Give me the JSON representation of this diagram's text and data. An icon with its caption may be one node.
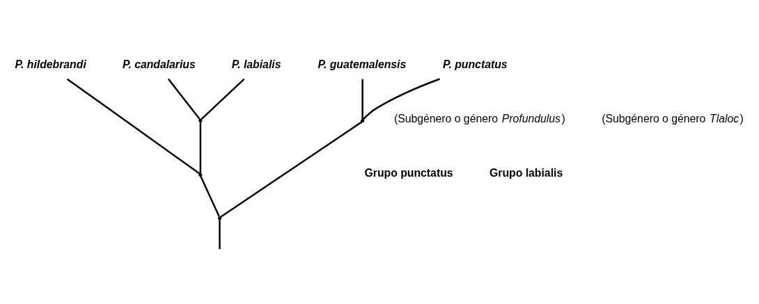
{
  "diagram": {
    "nodes": [
      {
        "text": [
          "P. guatemalensis"
        ]
      },
      {
        "text": [
          "P. punctatus"
        ]
      },
      {
        "text": [
          "P. candalarius"
        ]
      },
      {
        "text": [
          "P. labialis"
        ]
      },
      {
        "text": [
          "P. hildebrandi"
        ]
      },
      {
        "text": [],
        "shape": "point"
      },
      {
        "text": [],
        "shape": "point"
      },
      {
        "text": [],
        "shape": "point"
      },
      {
        "text": [],
        "shape": "point"
      }
    ],
    "edges": [
      {
        "from": 8,
        "to": 7,
        "arrow": "none"
      },
      {
        "from": 8,
        "to": 6,
        "arrow": "none"
      },
      {
        "from": 7,
        "to": 0,
        "arrow": "none"
      },
      {
        "from": 7,
        "to": 1,
        "arrow": "none"
      },
      {
        "from": 6,
        "to": 5,
        "arrow": "none"
      },
      {
        "from": 6,
        "to": 4,
        "arrow": "none"
      },
      {
        "from": 5,
        "to": 2,
        "arrow": "none"
      },
      {
        "from": 5,
        "to": 3,
        "arrow": "none"
      },
      {
        "from": null,
        "to": 8,
        "arrow": "none"
      }
    ],
    "labels": [
      "Grupo punctatus",
      "(Subgénero o género *Profundulus*)",
      "Grupo labialis",
      "(Subgénero o género *Tlaloc*)"
    ]
  }
}
